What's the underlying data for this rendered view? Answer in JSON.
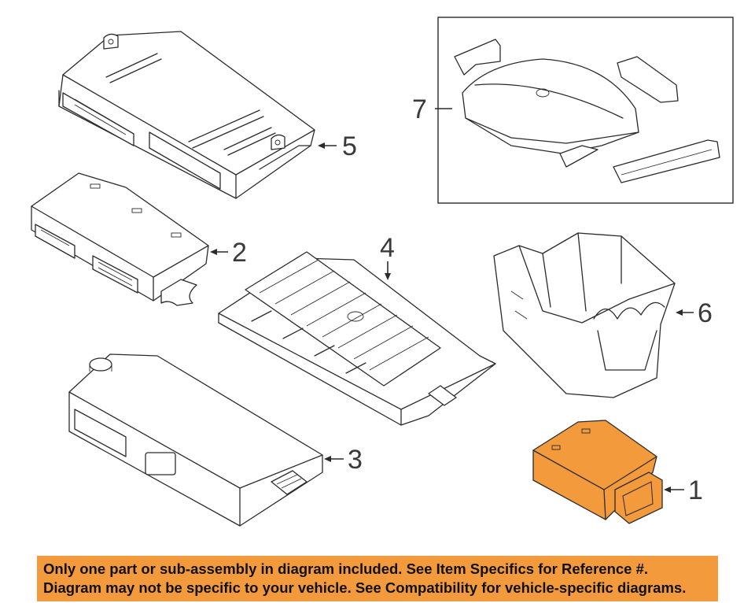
{
  "callouts": {
    "c1": "1",
    "c2": "2",
    "c3": "3",
    "c4": "4",
    "c5": "5",
    "c6": "6",
    "c7": "7"
  },
  "highlight_color": "#F39A3D",
  "banner": {
    "background": "#F39A3D",
    "line1": "Only one part or sub-assembly in diagram included. See Item Specifics for Reference #.",
    "line2": "Diagram may not be specific to your vehicle. See Compatibility for vehicle-specific diagrams."
  }
}
